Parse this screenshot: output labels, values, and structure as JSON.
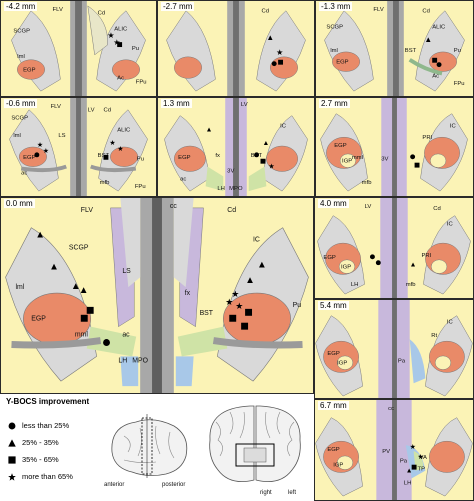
{
  "panels": [
    {
      "label": "-4.2 mm",
      "structures": [
        "FLV",
        "Cd",
        "SCGP",
        "ALIC",
        "Pu",
        "lml",
        "EGP",
        "Ac",
        "FPu"
      ]
    },
    {
      "label": "-2.7 mm",
      "structures": [
        "Cd"
      ]
    },
    {
      "label": "-1.3 mm",
      "structures": [
        "FLV",
        "Cd",
        "SCGP",
        "ALIC",
        "lml",
        "EGP",
        "BST",
        "Pu",
        "Ac",
        "FPu"
      ]
    },
    {
      "label": "-0.6 mm",
      "structures": [
        "FLV",
        "SCGP",
        "LV",
        "Cd",
        "lml",
        "LS",
        "ALIC",
        "EGP",
        "BST",
        "Pu",
        "ac",
        "mfb",
        "FPu"
      ]
    },
    {
      "label": "1.3 mm",
      "structures": [
        "LV",
        "IC",
        "EGP",
        "fx",
        "BST",
        "3V",
        "ac",
        "LH",
        "MPO"
      ]
    },
    {
      "label": "2.7 mm",
      "structures": [
        "IC",
        "PRI",
        "EGP",
        "mml",
        "3V",
        "IGP",
        "mfb"
      ]
    },
    {
      "label": "0.0 mm",
      "structures": [
        "FLV",
        "cc",
        "Cd",
        "SCGP",
        "IC",
        "lml",
        "LS",
        "fx",
        "BST",
        "Pu",
        "EGP",
        "mml",
        "ac",
        "LH",
        "MPO"
      ]
    },
    {
      "label": "4.0 mm",
      "structures": [
        "LV",
        "Cd",
        "IC",
        "EGP",
        "PRI",
        "IGP",
        "LH",
        "mfb"
      ]
    },
    {
      "label": "5.4 mm",
      "structures": [
        "Rt",
        "IC",
        "EGP",
        "IGP",
        "Pa"
      ]
    },
    {
      "label": "6.7 mm",
      "structures": [
        "cc",
        "EGP",
        "IGP",
        "PV",
        "VA",
        "Pa",
        "TP",
        "LH"
      ]
    }
  ],
  "legend": {
    "title": "Y-BOCS improvement",
    "items": [
      {
        "symbol": "circle",
        "label": "less than 25%"
      },
      {
        "symbol": "triangle",
        "label": "25% - 35%"
      },
      {
        "symbol": "square",
        "label": "35% - 65%"
      },
      {
        "symbol": "star",
        "label": "more than 65%"
      }
    ]
  },
  "brain_views": {
    "lateral": {
      "anterior": "anterior",
      "posterior": "posterior"
    },
    "coronal": {
      "right": "right",
      "left": "left"
    }
  },
  "colors": {
    "background": "#fbf3b6",
    "striatum": "#e8e6c8",
    "gpe": "#e98a68",
    "capsule": "#d9d9d9",
    "ventricle": "#8e8e8e",
    "lavender": "#c8b8dc",
    "green": "#cfe3a6",
    "blue": "#a8c8e8"
  }
}
